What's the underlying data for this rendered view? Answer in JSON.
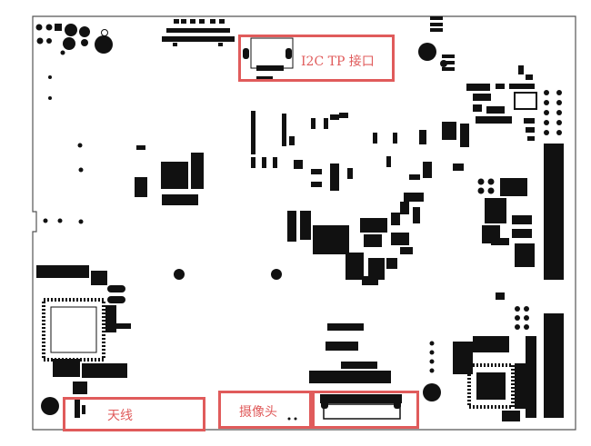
{
  "labels": {
    "i2c_tp": "I2C TP 接口",
    "antenna": "天线",
    "camera": "摄像头"
  },
  "colors": {
    "board_outline": "#555555",
    "component": "#111111",
    "callout": "#e05b5b"
  }
}
